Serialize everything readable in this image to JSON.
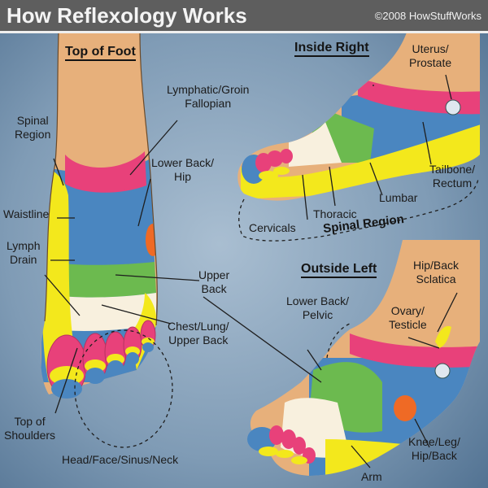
{
  "header": {
    "title": "How Reflexology Works",
    "copyright": "©2008 HowStuffWorks"
  },
  "views": {
    "top_of_foot": "Top of Foot",
    "inside_right": "Inside Right",
    "outside_left": "Outside Left"
  },
  "labels": {
    "spinal_region": [
      "Spinal",
      "Region"
    ],
    "waistline": "Waistline",
    "lymph_drain": [
      "Lymph",
      "Drain"
    ],
    "top_of_shoulders": [
      "Top of",
      "Shoulders"
    ],
    "head_face_sinus_neck": "Head/Face/Sinus/Neck",
    "lymphatic_groin": [
      "Lymphatic/Groin",
      "Fallopian"
    ],
    "lower_back_hip": [
      "Lower Back/",
      "Hip"
    ],
    "upper_back": [
      "Upper",
      "Back"
    ],
    "chest_lung": [
      "Chest/Lung/",
      "Upper Back"
    ],
    "uterus_prostate": [
      "Uterus/",
      "Prostate"
    ],
    "tailbone_rectum": [
      "Tailbone/",
      "Rectum"
    ],
    "lumbar": "Lumbar",
    "thoracic": "Thoracic",
    "cervicals": "Cervicals",
    "spinal_region_bracket": "Spinal Region",
    "hip_back_sciatica": [
      "Hip/Back",
      "Sclatica"
    ],
    "ovary_testicle": [
      "Ovary/",
      "Testicle"
    ],
    "lower_back_pelvic": [
      "Lower Back/",
      "Pelvic"
    ],
    "knee_leg_hip_back": [
      "Knee/Leg/",
      "Hip/Back"
    ],
    "arm": "Arm"
  },
  "colors": {
    "skin": "#e7b07b",
    "pink": "#e8417a",
    "blue": "#4a86c0",
    "green": "#6cba4f",
    "yellow": "#f3e81c",
    "cream": "#f8f0de",
    "orange": "#ef6a25",
    "background": "#6c8aa6"
  }
}
